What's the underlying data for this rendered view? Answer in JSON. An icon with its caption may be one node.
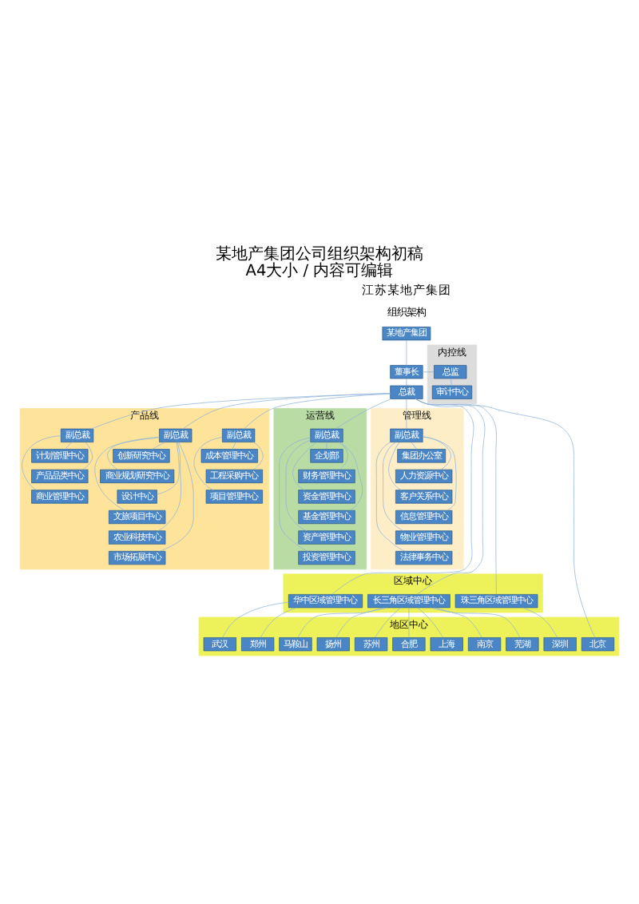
{
  "diagram": {
    "title": "某地产集团公司组织架构初稿",
    "caption": "A4大小 / 内容可编辑",
    "nodes": [
      {
        "text": [
          "某地产集团"
        ]
      },
      {
        "text": [
          "董事长"
        ]
      },
      {
        "text": [
          "内控线"
        ]
      },
      {
        "text": [
          "总监"
        ],
        "in": 2
      },
      {
        "text": [
          "审计中心"
        ],
        "in": 2
      },
      {
        "text": [
          "总裁"
        ]
      },
      {
        "text": [
          "产品线"
        ]
      },
      {
        "text": [
          "副总裁"
        ],
        "in": 6
      },
      {
        "text": [
          "创新研究中心"
        ],
        "in": 6
      },
      {
        "text": [
          "商业规划研究中心"
        ],
        "in": 6
      },
      {
        "text": [
          "设计中心"
        ],
        "in": 6
      },
      {
        "text": [
          "文旅项目中心"
        ],
        "in": 6
      },
      {
        "text": [
          "农业科技中心"
        ],
        "in": 6
      },
      {
        "text": [
          "市场拓展中心"
        ],
        "in": 6
      },
      {
        "text": [
          "副总裁"
        ],
        "in": 6
      },
      {
        "text": [
          "成本管理中心"
        ],
        "in": 6
      },
      {
        "text": [
          "工程采购中心"
        ],
        "in": 6
      },
      {
        "text": [
          "项目管理中心"
        ],
        "in": 6
      },
      {
        "text": [
          "副总裁"
        ],
        "in": 6
      },
      {
        "text": [
          "计划管理中心"
        ],
        "in": 6
      },
      {
        "text": [
          "产品品类中心"
        ],
        "in": 6
      },
      {
        "text": [
          "商业管理中心"
        ],
        "in": 6
      },
      {
        "text": [
          "运营线"
        ]
      },
      {
        "text": [
          "副总裁"
        ],
        "in": 22
      },
      {
        "text": [
          "企划部"
        ],
        "in": 22
      },
      {
        "text": [
          "财务管理中心"
        ],
        "in": 22
      },
      {
        "text": [
          "资金管理中心"
        ],
        "in": 22
      },
      {
        "text": [
          "基金管理中心"
        ],
        "in": 22
      },
      {
        "text": [
          "资产管理中心"
        ],
        "in": 22
      },
      {
        "text": [
          "投资管理中心"
        ],
        "in": 22
      },
      {
        "text": [
          "管理线"
        ]
      },
      {
        "text": [
          "副总裁"
        ],
        "in": 30
      },
      {
        "text": [
          "集团办公室"
        ],
        "in": 30
      },
      {
        "text": [
          "人力资源中心"
        ],
        "in": 30
      },
      {
        "text": [
          "客户关系中心"
        ],
        "in": 30
      },
      {
        "text": [
          "信息管理中心"
        ],
        "in": 30
      },
      {
        "text": [
          "物业管理中心"
        ],
        "in": 30
      },
      {
        "text": [
          "法律事务中心"
        ],
        "in": 30
      },
      {
        "text": [
          "区域中心"
        ]
      },
      {
        "text": [
          "长三角区域管理中心"
        ],
        "in": 38
      },
      {
        "text": [
          "珠三角区域管理中心"
        ],
        "in": 38
      },
      {
        "text": [
          "华中区域管理中心"
        ],
        "in": 38
      },
      {
        "text": [
          "地区中心"
        ]
      },
      {
        "text": [
          "南京"
        ],
        "in": 42
      },
      {
        "text": [
          "上海"
        ],
        "in": 42
      },
      {
        "text": [
          "合肥"
        ],
        "in": 42
      },
      {
        "text": [
          "苏州"
        ],
        "in": 42
      },
      {
        "text": [
          "扬州"
        ],
        "in": 42
      },
      {
        "text": [
          "马鞍山"
        ],
        "in": 42
      },
      {
        "text": [
          "芜湖"
        ],
        "in": 42
      },
      {
        "text": [
          "深圳"
        ],
        "in": 42
      },
      {
        "text": [
          "郑州"
        ],
        "in": 42
      },
      {
        "text": [
          "武汉"
        ],
        "in": 42
      },
      {
        "text": [
          "北京"
        ],
        "in": 42
      }
    ],
    "edges": [
      {
        "from": 0,
        "to": 1,
        "arrow": "none"
      },
      {
        "from": 1,
        "to": 3,
        "arrow": "none"
      },
      {
        "from": 3,
        "to": 4,
        "arrow": "none"
      },
      {
        "from": 1,
        "to": 5,
        "arrow": "none"
      },
      {
        "from": 5,
        "to": 7,
        "arrow": "none"
      },
      {
        "from": 5,
        "to": 14,
        "arrow": "none"
      },
      {
        "from": 5,
        "to": 18,
        "arrow": "none"
      },
      {
        "from": 5,
        "to": 23,
        "arrow": "none"
      },
      {
        "from": 5,
        "to": 31,
        "arrow": "none"
      },
      {
        "from": 7,
        "to": 8,
        "arrow": "none"
      },
      {
        "from": 7,
        "to": 9,
        "arrow": "none"
      },
      {
        "from": 7,
        "to": 10,
        "arrow": "none"
      },
      {
        "from": 7,
        "to": 11,
        "arrow": "none"
      },
      {
        "from": 7,
        "to": 12,
        "arrow": "none"
      },
      {
        "from": 7,
        "to": 13,
        "arrow": "none"
      },
      {
        "from": 14,
        "to": 15,
        "arrow": "none"
      },
      {
        "from": 14,
        "to": 16,
        "arrow": "none"
      },
      {
        "from": 14,
        "to": 17,
        "arrow": "none"
      },
      {
        "from": 18,
        "to": 19,
        "arrow": "none"
      },
      {
        "from": 18,
        "to": 20,
        "arrow": "none"
      },
      {
        "from": 18,
        "to": 21,
        "arrow": "none"
      },
      {
        "from": 23,
        "to": 24,
        "arrow": "none"
      },
      {
        "from": 23,
        "to": 25,
        "arrow": "none"
      },
      {
        "from": 23,
        "to": 26,
        "arrow": "none"
      },
      {
        "from": 23,
        "to": 27,
        "arrow": "none"
      },
      {
        "from": 23,
        "to": 28,
        "arrow": "none"
      },
      {
        "from": 23,
        "to": 29,
        "arrow": "none"
      },
      {
        "from": 31,
        "to": 32,
        "arrow": "none"
      },
      {
        "from": 31,
        "to": 33,
        "arrow": "none"
      },
      {
        "from": 31,
        "to": 34,
        "arrow": "none"
      },
      {
        "from": 31,
        "to": 35,
        "arrow": "none"
      },
      {
        "from": 31,
        "to": 36,
        "arrow": "none"
      },
      {
        "from": 31,
        "to": 37,
        "arrow": "none"
      },
      {
        "from": 5,
        "to": 39,
        "arrow": "none"
      },
      {
        "from": 5,
        "to": 40,
        "arrow": "none"
      },
      {
        "from": 5,
        "to": 41,
        "arrow": "none"
      },
      {
        "from": 5,
        "to": 53,
        "arrow": "none"
      },
      {
        "from": 39,
        "to": 43,
        "arrow": "none"
      },
      {
        "from": 39,
        "to": 44,
        "arrow": "none"
      },
      {
        "from": 39,
        "to": 45,
        "arrow": "none"
      },
      {
        "from": 39,
        "to": 46,
        "arrow": "none"
      },
      {
        "from": 39,
        "to": 47,
        "arrow": "none"
      },
      {
        "from": 39,
        "to": 48,
        "arrow": "none"
      },
      {
        "from": 39,
        "to": 49,
        "arrow": "none"
      },
      {
        "from": 40,
        "to": 50,
        "arrow": "none"
      },
      {
        "from": 41,
        "to": 51,
        "arrow": "none"
      },
      {
        "from": 41,
        "to": 52,
        "arrow": "none"
      }
    ],
    "labels": [
      "江苏某地产集团",
      "组织架构"
    ]
  }
}
